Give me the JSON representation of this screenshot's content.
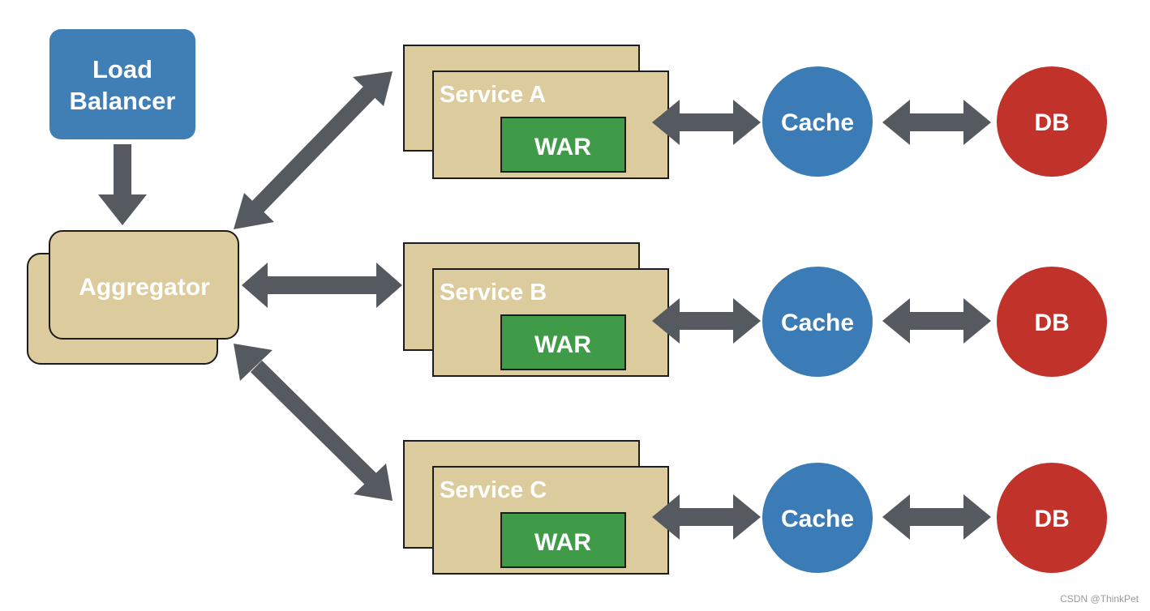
{
  "load_balancer": {
    "lines": [
      "Load",
      "Balancer"
    ]
  },
  "aggregator": {
    "label": "Aggregator"
  },
  "services": [
    {
      "label": "Service A",
      "artifact": "WAR",
      "cache": "Cache",
      "db": "DB"
    },
    {
      "label": "Service B",
      "artifact": "WAR",
      "cache": "Cache",
      "db": "DB"
    },
    {
      "label": "Service C",
      "artifact": "WAR",
      "cache": "Cache",
      "db": "DB"
    }
  ],
  "watermark": "CSDN @ThinkPet",
  "colors": {
    "load_balancer": "#3f7fb5",
    "box_fill": "#dccb9c",
    "box_stroke": "#1c1c1c",
    "war": "#3f9b48",
    "cache": "#3b7bb6",
    "db": "#c0322a",
    "arrow": "#555a60",
    "label_text": "#ffffff"
  }
}
